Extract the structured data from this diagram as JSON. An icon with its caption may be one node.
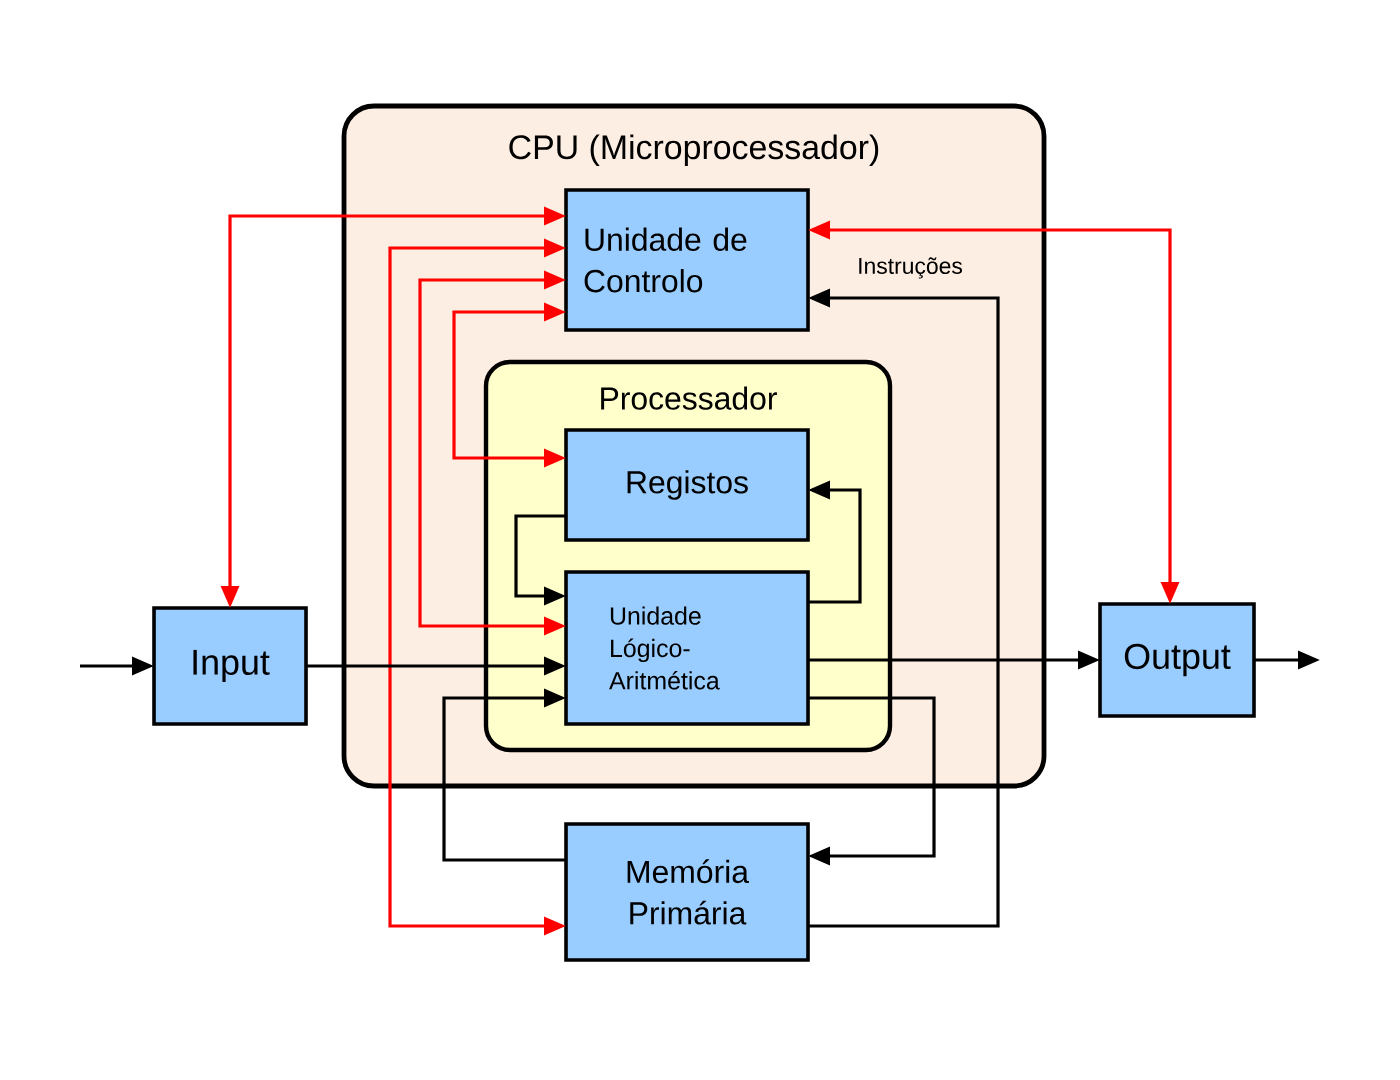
{
  "diagram": {
    "nodes": [
      {
        "text": [
          "CPU (Microprocessador)"
        ]
      },
      {
        "text": [
          "Unidade de Controlo"
        ],
        "in": 0
      },
      {
        "text": [
          "Processador"
        ],
        "in": 0
      },
      {
        "text": [
          "Registos"
        ],
        "in": 2
      },
      {
        "text": [
          "Unidade Lógico- Aritmética"
        ],
        "in": 2
      },
      {
        "text": [
          "Input"
        ]
      },
      {
        "text": [
          "Output"
        ]
      },
      {
        "text": [
          "Memória Primária"
        ]
      }
    ],
    "edges": [
      {
        "from": 1,
        "to": 5,
        "arrow": "both",
        "color": "#ff0000"
      },
      {
        "from": 1,
        "to": 7,
        "arrow": "both",
        "color": "#ff0000"
      },
      {
        "from": 1,
        "to": 4,
        "arrow": "both",
        "color": "#ff0000"
      },
      {
        "from": 1,
        "to": 3,
        "arrow": "both",
        "color": "#ff0000"
      },
      {
        "from": 1,
        "to": 6,
        "arrow": "both",
        "color": "#ff0000"
      },
      {
        "from": null,
        "to": 5,
        "arrow": "to"
      },
      {
        "from": 5,
        "to": 4,
        "arrow": "to"
      },
      {
        "from": 3,
        "to": 4,
        "arrow": "to"
      },
      {
        "from": 4,
        "to": 3,
        "arrow": "to"
      },
      {
        "from": 4,
        "to": 6,
        "arrow": "to"
      },
      {
        "from": 6,
        "to": null,
        "arrow": "to"
      },
      {
        "from": 7,
        "to": 4,
        "arrow": "to"
      },
      {
        "from": 4,
        "to": 7,
        "arrow": "to"
      },
      {
        "from": 7,
        "to": 1,
        "arrow": "to",
        "label": "Instruções"
      }
    ]
  }
}
